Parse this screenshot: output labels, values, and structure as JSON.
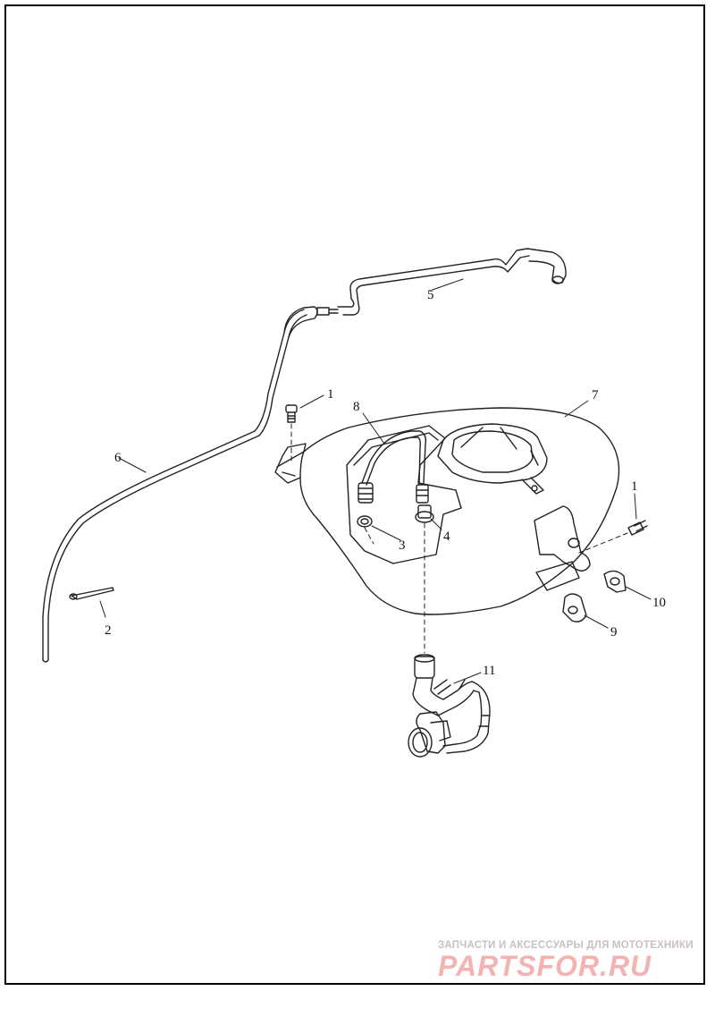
{
  "callouts": {
    "c1a": "1",
    "c1b": "1",
    "c2": "2",
    "c3": "3",
    "c4": "4",
    "c5": "5",
    "c6": "6",
    "c7": "7",
    "c8": "8",
    "c9": "9",
    "c10": "10",
    "c11": "11"
  },
  "watermark": {
    "tagline": "ЗАПЧАСТИ И АКСЕССУАРЫ ДЛЯ МОТОТЕХНИКИ",
    "brand": "PARTSFOR.RU",
    "color": "#f2b3b3"
  }
}
